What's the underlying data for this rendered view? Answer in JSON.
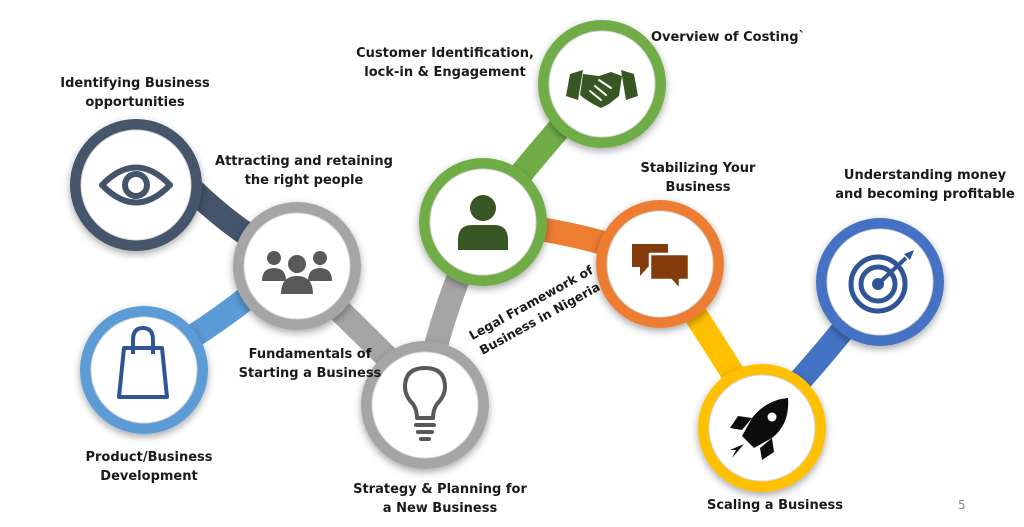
{
  "nodes": {
    "identifying": {
      "lines": [
        "Identifying Business",
        "opportunities"
      ],
      "ring_color": "#44546a",
      "icon": "eye-icon"
    },
    "attracting": {
      "lines": [
        "Attracting and retaining",
        "the right people"
      ],
      "ring_color": "#a5a5a5",
      "icon": "group-icon"
    },
    "product": {
      "lines": [
        "Product/Business",
        "Development"
      ],
      "ring_color": "#5b9bd5",
      "icon": "shopping-bag-icon"
    },
    "fundamentals": {
      "lines": [
        "Fundamentals of",
        "Starting a Business"
      ]
    },
    "strategy": {
      "lines": [
        "Strategy & Planning for",
        "a New Business"
      ],
      "ring_color": "#a5a5a5",
      "icon": "lightbulb-icon"
    },
    "customer": {
      "lines": [
        "Customer Identification,",
        "lock-in & Engagement"
      ],
      "ring_color": "#70ad47",
      "icon": "person-icon"
    },
    "costing": {
      "lines": [
        "Overview of Costing`"
      ],
      "ring_color": "#70ad47",
      "icon": "handshake-icon"
    },
    "legal": {
      "lines": [
        "Legal Framework of",
        "Business in Nigeria"
      ]
    },
    "stabilizing": {
      "lines": [
        "Stabilizing Your",
        "Business"
      ],
      "ring_color": "#ed7d31",
      "icon": "chat-bubbles-icon"
    },
    "money": {
      "lines": [
        "Understanding money",
        "and becoming profitable"
      ],
      "ring_color": "#4472c4",
      "icon": "target-icon"
    },
    "scaling": {
      "lines": [
        "Scaling a Business"
      ],
      "ring_color": "#ffc000",
      "icon": "rocket-icon"
    }
  },
  "page_number": "5"
}
